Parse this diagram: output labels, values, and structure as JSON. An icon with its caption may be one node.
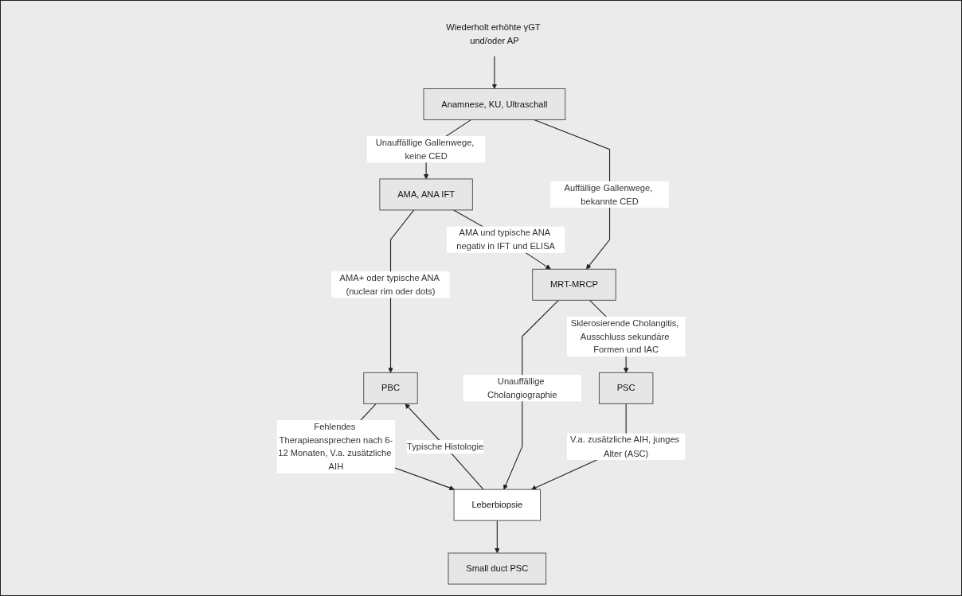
{
  "diagram": {
    "nodes": [
      {
        "text": [
          "Wiederholt erhöhte γGT und/oder AP"
        ]
      },
      {
        "text": [
          "Anamnese, KU, Ultraschall"
        ]
      },
      {
        "text": [
          "AMA, ANA IFT"
        ]
      },
      {
        "text": [
          "MRT-MRCP"
        ]
      },
      {
        "text": [
          "Leberbiopsie"
        ]
      },
      {
        "text": [
          "PBC"
        ]
      },
      {
        "text": [
          "Small duct PSC"
        ]
      },
      {
        "text": [
          "PSC"
        ]
      }
    ],
    "edges": [
      {
        "from": 0,
        "to": 1,
        "arrow": "to"
      },
      {
        "from": 1,
        "to": 2,
        "arrow": "to",
        "label": "Unauffällige Gallenwege, keine CED"
      },
      {
        "from": 1,
        "to": 3,
        "arrow": "to",
        "label": "Auffällige Gallenwege, bekannte CED"
      },
      {
        "from": 2,
        "to": 5,
        "arrow": "to",
        "label": "AMA+ oder typische ANA (nuclear rim oder dots)"
      },
      {
        "from": 2,
        "to": 3,
        "arrow": "to",
        "label": "AMA und typische ANA negativ in IFT und ELISA"
      },
      {
        "from": 3,
        "to": 4,
        "arrow": "to",
        "label": "Unauffällige Cholangiographie"
      },
      {
        "from": 3,
        "to": 7,
        "arrow": "to",
        "label": "Sklerosierende Cholangitis, Ausschluss sekundäre Formen und IAC"
      },
      {
        "from": 4,
        "to": 5,
        "arrow": "to",
        "label": "Typische Histologie"
      },
      {
        "from": 4,
        "to": 6,
        "arrow": "to"
      },
      {
        "from": 5,
        "to": 4,
        "arrow": "to",
        "label": "Fehlendes Therapieansprechen nach 6-12 Monaten, V.a. zusätzliche AIH"
      },
      {
        "from": 7,
        "to": 4,
        "arrow": "to",
        "label": "V.a. zusätzliche AIH, junges Alter (ASC)"
      }
    ]
  }
}
